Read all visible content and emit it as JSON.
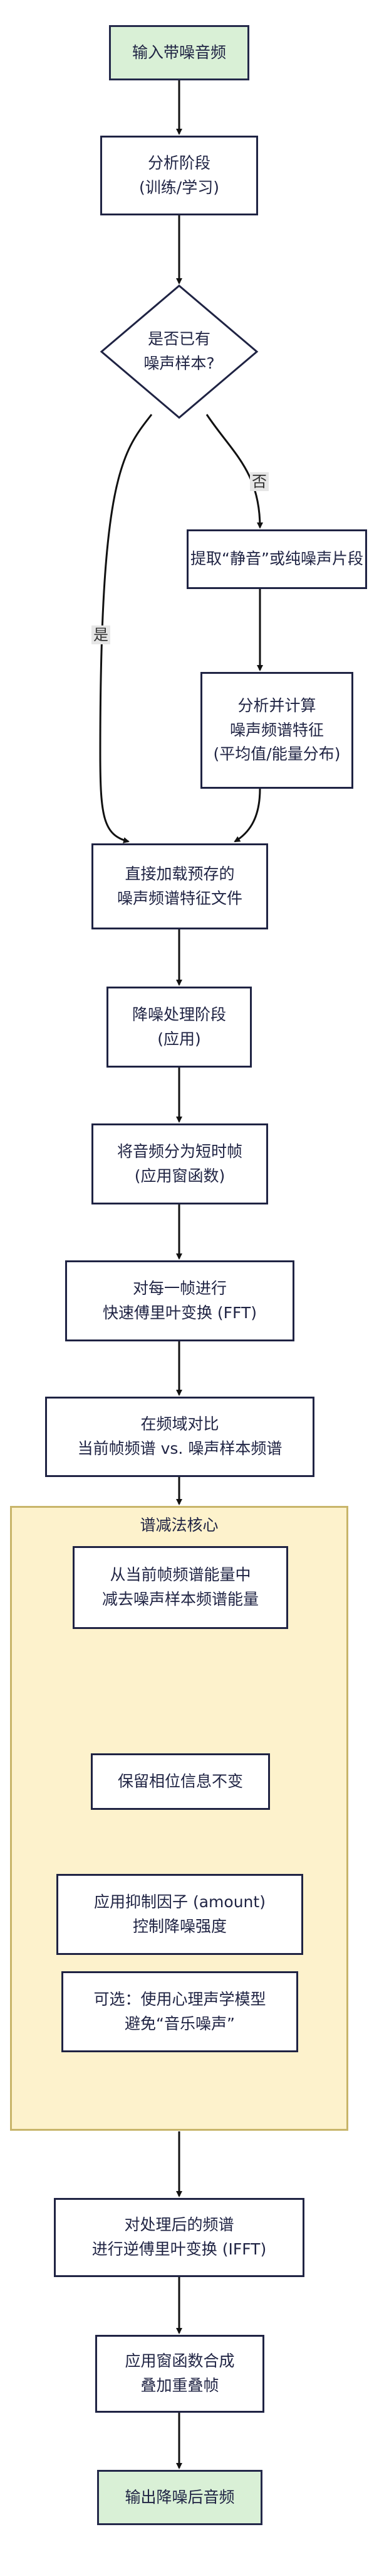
{
  "nodes": {
    "input": "输入带噪音频",
    "analysis": "分析阶段\n(训练/学习)",
    "decision": "是否已有\n噪声样本?",
    "extract": "提取“静音”或纯噪声片段",
    "compute": "分析并计算\n噪声频谱特征\n(平均值/能量分布)",
    "load": "直接加载预存的\n噪声频谱特征文件",
    "denoise": "降噪处理阶段\n(应用)",
    "split": "将音频分为短时帧\n(应用窗函数)",
    "fft": "对每一帧进行\n快速傅里叶变换 (FFT)",
    "compare": "在频域对比\n当前帧频谱 vs. 噪声样本频谱",
    "subtract": "从当前帧频谱能量中\n减去噪声样本频谱能量",
    "phase": "保留相位信息不变",
    "amount": "应用抑制因子 (amount)\n控制降噪强度",
    "psycho": "可选：使用心理声学模型\n避免“音乐噪声”",
    "ifft": "对处理后的频谱\n进行逆傅里叶变换 (IFFT)",
    "overlap": "应用窗函数合成\n叠加重叠帧",
    "output": "输出降噪后音频"
  },
  "subgraph": {
    "title": "谱减法核心"
  },
  "edge_labels": {
    "no": "否",
    "yes": "是"
  },
  "colors": {
    "node_border": "#1f2343",
    "terminal_fill": "#d9f0d6",
    "subgraph_fill": "#fdf2cc",
    "subgraph_border": "#c8b56a",
    "edge": "#111111",
    "edge_label_bg": "#e6e6e6"
  }
}
